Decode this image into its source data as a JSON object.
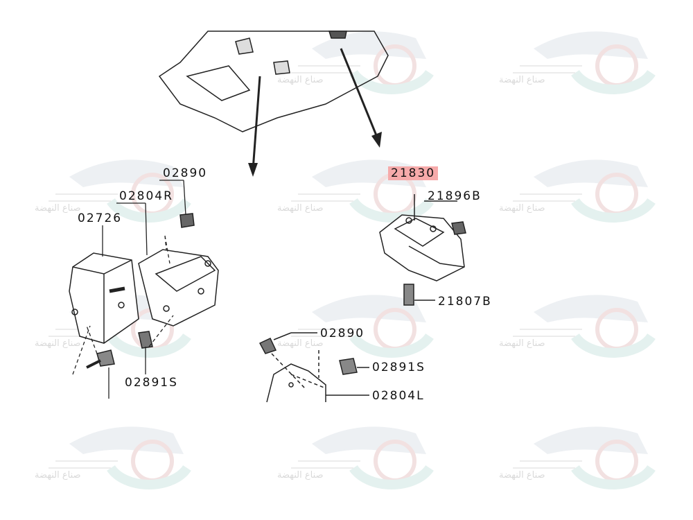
{
  "watermark": {
    "text": "صناع النهضة"
  },
  "highlight_color": "#f6aaaa",
  "labels": {
    "left_02890": "02890",
    "left_02804R": "02804R",
    "left_02726": "02726",
    "left_02891S": "02891S",
    "right_21830": "21830",
    "right_21896B": "21896B",
    "right_21807B": "21807B",
    "bottom_02890": "02890",
    "bottom_02891S": "02891S",
    "bottom_02804L": "02804L"
  }
}
